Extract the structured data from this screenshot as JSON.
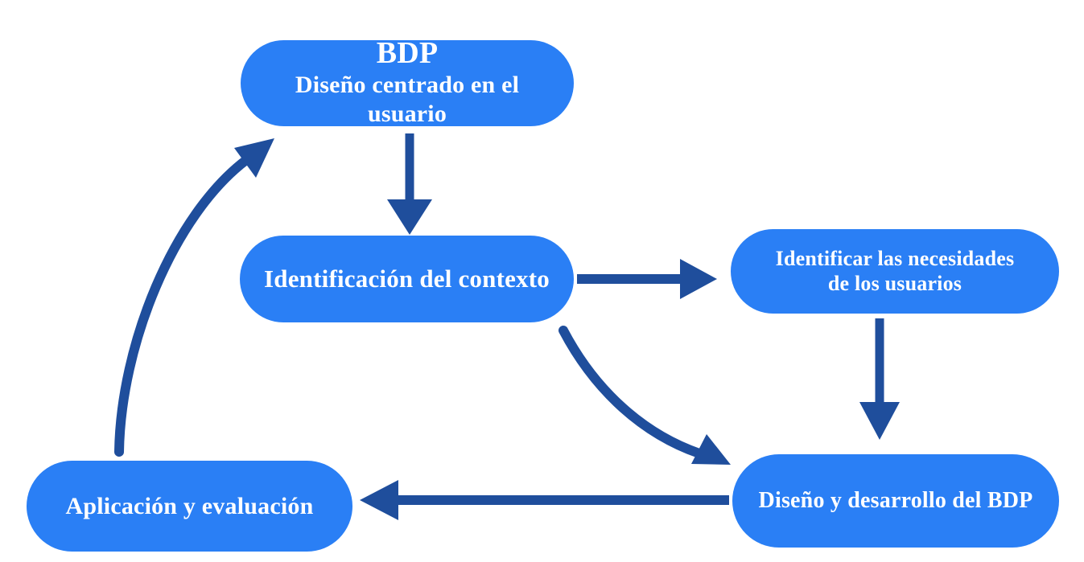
{
  "diagram": {
    "title": "BDP user-centered design process flowchart",
    "colors": {
      "node_fill": "#2A7FF5",
      "node_text": "#FFFFFF",
      "arrow": "#1F4E9C",
      "background": "#FFFFFF"
    },
    "nodes": [
      {
        "id": "bdp",
        "line_main": "BDP",
        "line_sub": "Diseño centrado en el usuario"
      },
      {
        "id": "contexto",
        "label": "Identificación del contexto"
      },
      {
        "id": "necesidades",
        "line_main": "Identificar las necesidades",
        "line_sub": "de los usuarios"
      },
      {
        "id": "desarrollo",
        "label": "Diseño y desarrollo del BDP"
      },
      {
        "id": "aplicacion",
        "label": "Aplicación y evaluación"
      }
    ],
    "edges": [
      {
        "id": "bdp-to-contexto",
        "from": "bdp",
        "to": "contexto",
        "shape": "straight-down"
      },
      {
        "id": "contexto-to-necesidades",
        "from": "contexto",
        "to": "necesidades",
        "shape": "straight-right"
      },
      {
        "id": "necesidades-to-desarrollo",
        "from": "necesidades",
        "to": "desarrollo",
        "shape": "straight-down"
      },
      {
        "id": "contexto-to-desarrollo",
        "from": "contexto",
        "to": "desarrollo",
        "shape": "curve-diagonal"
      },
      {
        "id": "desarrollo-to-aplicacion",
        "from": "desarrollo",
        "to": "aplicacion",
        "shape": "straight-left"
      },
      {
        "id": "aplicacion-to-bdp",
        "from": "aplicacion",
        "to": "bdp",
        "shape": "curve-up"
      }
    ]
  }
}
